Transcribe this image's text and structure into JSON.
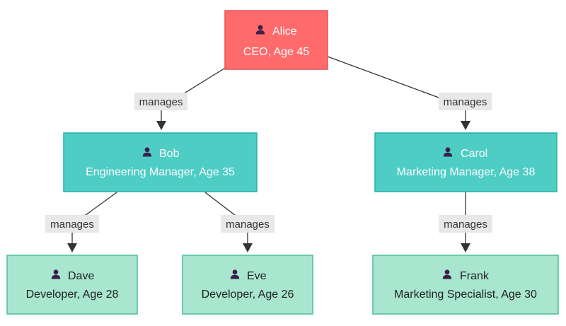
{
  "colors": {
    "ceo_fill": "#ff6b6b",
    "ceo_stroke": "#e05555",
    "manager_fill": "#4ecdc4",
    "manager_stroke": "#26b0a5",
    "staff_fill": "#a8e6cf",
    "staff_stroke": "#4cbf96",
    "text_light": "#ffffff",
    "text_dark": "#222222",
    "icon_color": "#3b1f4a"
  },
  "icon": "person-icon",
  "nodes": {
    "alice": {
      "name": "Alice",
      "detail": "CEO, Age 45"
    },
    "bob": {
      "name": "Bob",
      "detail": "Engineering Manager, Age 35"
    },
    "carol": {
      "name": "Carol",
      "detail": "Marketing Manager, Age 38"
    },
    "dave": {
      "name": "Dave",
      "detail": "Developer, Age 28"
    },
    "eve": {
      "name": "Eve",
      "detail": "Developer, Age 26"
    },
    "frank": {
      "name": "Frank",
      "detail": "Marketing Specialist, Age 30"
    }
  },
  "edges": {
    "alice_bob": {
      "label": "manages"
    },
    "alice_carol": {
      "label": "manages"
    },
    "bob_dave": {
      "label": "manages"
    },
    "bob_eve": {
      "label": "manages"
    },
    "carol_frank": {
      "label": "manages"
    }
  }
}
